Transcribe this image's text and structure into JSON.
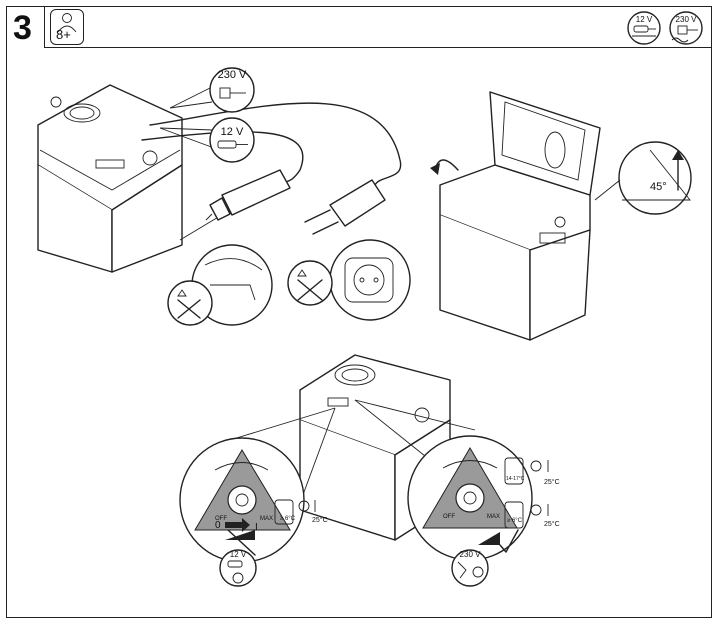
{
  "step": {
    "number": "3"
  },
  "age_badge": {
    "text": "8+"
  },
  "header_icons": {
    "dc_label": "12 V",
    "ac_label": "230 V"
  },
  "callouts": {
    "ac_label": "230 V",
    "dc_label": "12 V"
  },
  "lid": {
    "angle_label": "45°"
  },
  "control_left": {
    "off": "OFF",
    "max": "MAX",
    "switch_off": "0",
    "switch_on": "I",
    "setpoint": "≥ 6°C",
    "ambient": "25°C",
    "power_label": "12 V"
  },
  "control_right": {
    "off": "OFF",
    "max": "MAX",
    "setpoint_top": "14-17°C",
    "ambient_top": "25°C",
    "setpoint_bottom": "≥ 6°C",
    "ambient_bottom": "25°C",
    "power_label": "230 V"
  }
}
